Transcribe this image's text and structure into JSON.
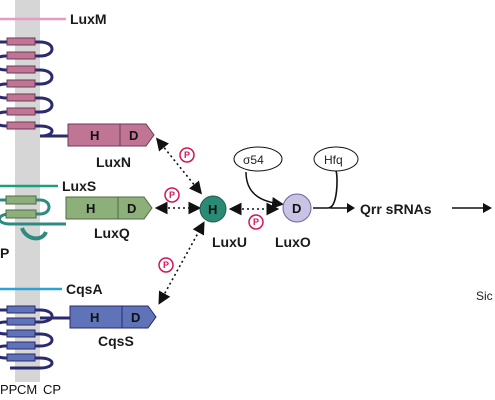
{
  "proteins": {
    "luxm": "LuxM",
    "luxn": "LuxN",
    "luxs": "LuxS",
    "luxq": "LuxQ",
    "luxq_partner": "P",
    "cqsa": "CqsA",
    "cqss": "CqsS",
    "luxu": "LuxU",
    "luxo": "LuxO",
    "qrr": "Qrr sRNAs",
    "hfq": "Hfq",
    "sigma": "σ54"
  },
  "domains": {
    "h": "H",
    "d": "D"
  },
  "phospho": "P",
  "membrane": {
    "pp": "PP",
    "cm": "CM",
    "cp": "CP"
  },
  "cut_text": "Sic",
  "colors": {
    "luxm_line": "#e79ac6",
    "luxn": "#c07595",
    "luxs_line": "#1aa07a",
    "luxq": "#8db07a",
    "luxq_tail": "#2e8a80",
    "cqsa_line": "#2aa4d8",
    "cqss": "#5e73b8",
    "tm_dark": "#2c2a6e",
    "luxu": "#2a8a74",
    "luxo": "#c9c3e4",
    "membrane_band": "#d6d6d6",
    "phospho": "#d4145a"
  }
}
